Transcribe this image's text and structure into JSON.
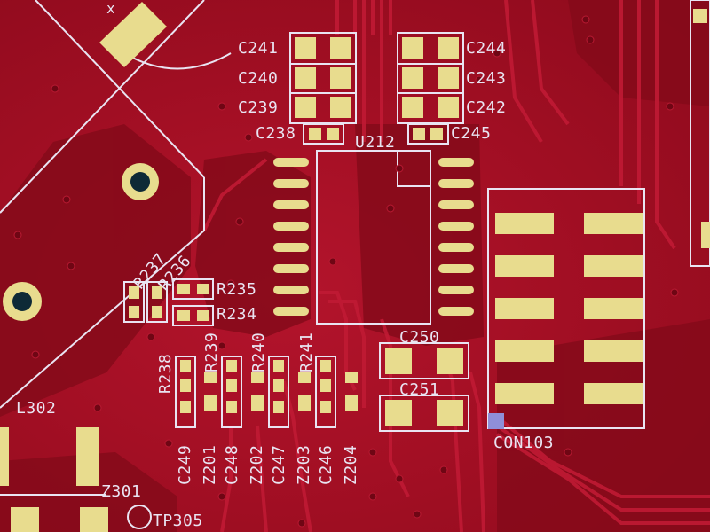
{
  "colors": {
    "board": "#a30f24",
    "copper_dark": "#7c0716",
    "trace": "#c01a34",
    "pad": "#e8dc8e",
    "silk": "#e9e4f2"
  },
  "labels": {
    "c241": "C241",
    "c240": "C240",
    "c239": "C239",
    "c238": "C238",
    "c244": "C244",
    "c243": "C243",
    "c242": "C242",
    "c245": "C245",
    "u212": "U212",
    "r235": "R235",
    "r234": "R234",
    "r237": "R237",
    "r236": "R236",
    "r238": "R238",
    "r239": "R239",
    "r240": "R240",
    "r241": "R241",
    "c249": "C249",
    "z201": "Z201",
    "c248": "C248",
    "z202": "Z202",
    "c247": "C247",
    "z203": "Z203",
    "c246": "C246",
    "z204": "Z204",
    "c250": "C250",
    "c251": "C251",
    "con103": "CON103",
    "l302": "L302",
    "z301": "Z301",
    "tp305": "TP305",
    "x_mark": "x"
  }
}
